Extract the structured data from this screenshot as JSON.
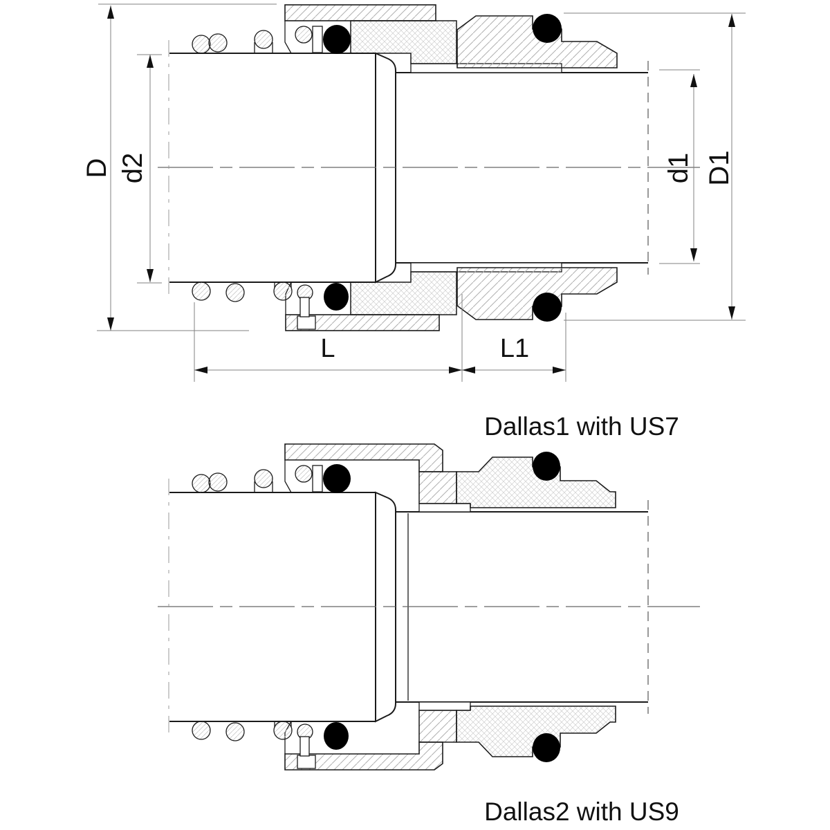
{
  "labels": {
    "D": "D",
    "d2": "d2",
    "d1": "d1",
    "D1": "D1",
    "L": "L",
    "L1": "L1"
  },
  "captions": {
    "dallas1": "Dallas1 with US7",
    "dallas2": "Dallas2 with US9"
  },
  "colors": {
    "background": "#ffffff",
    "outline": "#1a1a1a",
    "dimension_lines": "#808080",
    "hatch": "#b0b0b0",
    "o_ring": "#000000"
  }
}
